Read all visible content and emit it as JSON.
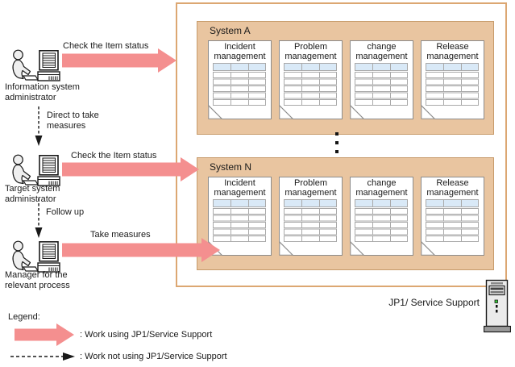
{
  "container_label": "JP1/ Service Support",
  "actors": [
    {
      "label1": "Information system",
      "label2": "administrator"
    },
    {
      "label1": "Target system",
      "label2": "administrator"
    },
    {
      "label1": "Manager for the",
      "label2": "relevant process"
    }
  ],
  "work_arrows": [
    {
      "label": "Check the Item status"
    },
    {
      "label": "Check the Item status"
    },
    {
      "label": "Take measures"
    }
  ],
  "handoff_arrows": [
    {
      "label1": "Direct to take",
      "label2": "measures"
    },
    {
      "label1": "Follow up"
    }
  ],
  "systems": [
    {
      "title": "System A",
      "processes": [
        {
          "line1": "Incident",
          "line2": "management"
        },
        {
          "line1": "Problem",
          "line2": "management"
        },
        {
          "line1": "change",
          "line2": "management"
        },
        {
          "line1": "Release",
          "line2": "management"
        }
      ]
    },
    {
      "title": "System N",
      "processes": [
        {
          "line1": "Incident",
          "line2": "management"
        },
        {
          "line1": "Problem",
          "line2": "management"
        },
        {
          "line1": "change",
          "line2": "management"
        },
        {
          "line1": "Release",
          "line2": "management"
        }
      ]
    }
  ],
  "legend": {
    "title": "Legend:",
    "items": [
      {
        "text": ": Work using JP1/Service Support"
      },
      {
        "text": ": Work not using JP1/Service Support"
      }
    ]
  },
  "colors": {
    "work_arrow_pink": "#F48F8F",
    "system_box_fill": "#E9C5A0",
    "system_box_border": "#C79B6B",
    "outer_box_border": "#DCA772",
    "table_header_blue": "#D9E9F7",
    "table_grid_gray": "#A9A9A9"
  }
}
